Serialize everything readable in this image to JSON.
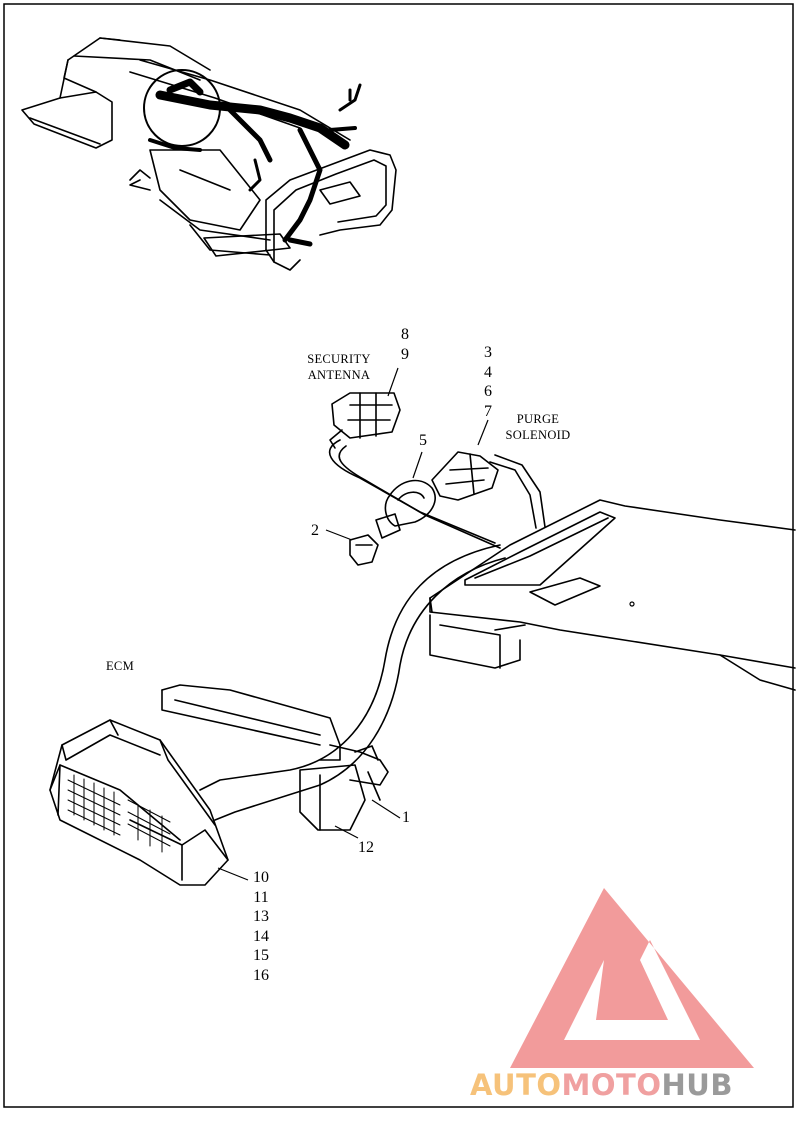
{
  "callouts": {
    "security_antenna": [
      "SECURITY",
      "ANTENNA"
    ],
    "purge_solenoid": [
      "PURGE",
      "SOLENOID"
    ],
    "ecm": "ECM",
    "antenna_numbers": [
      "8",
      "9"
    ],
    "solenoid_numbers": [
      "3",
      "4",
      "6",
      "7"
    ],
    "n1": "1",
    "n2": "2",
    "n5": "5",
    "n12": "12",
    "ecm_numbers": [
      "10",
      "11",
      "13",
      "14",
      "15",
      "16"
    ]
  },
  "watermark": {
    "part1": "AUTO",
    "part2": "MOTO",
    "part3": "HUB",
    "color1": "#f6c27a",
    "color2": "#f0a0a0",
    "color3": "#9a9a9a",
    "logo_color": "#f29b9b"
  }
}
